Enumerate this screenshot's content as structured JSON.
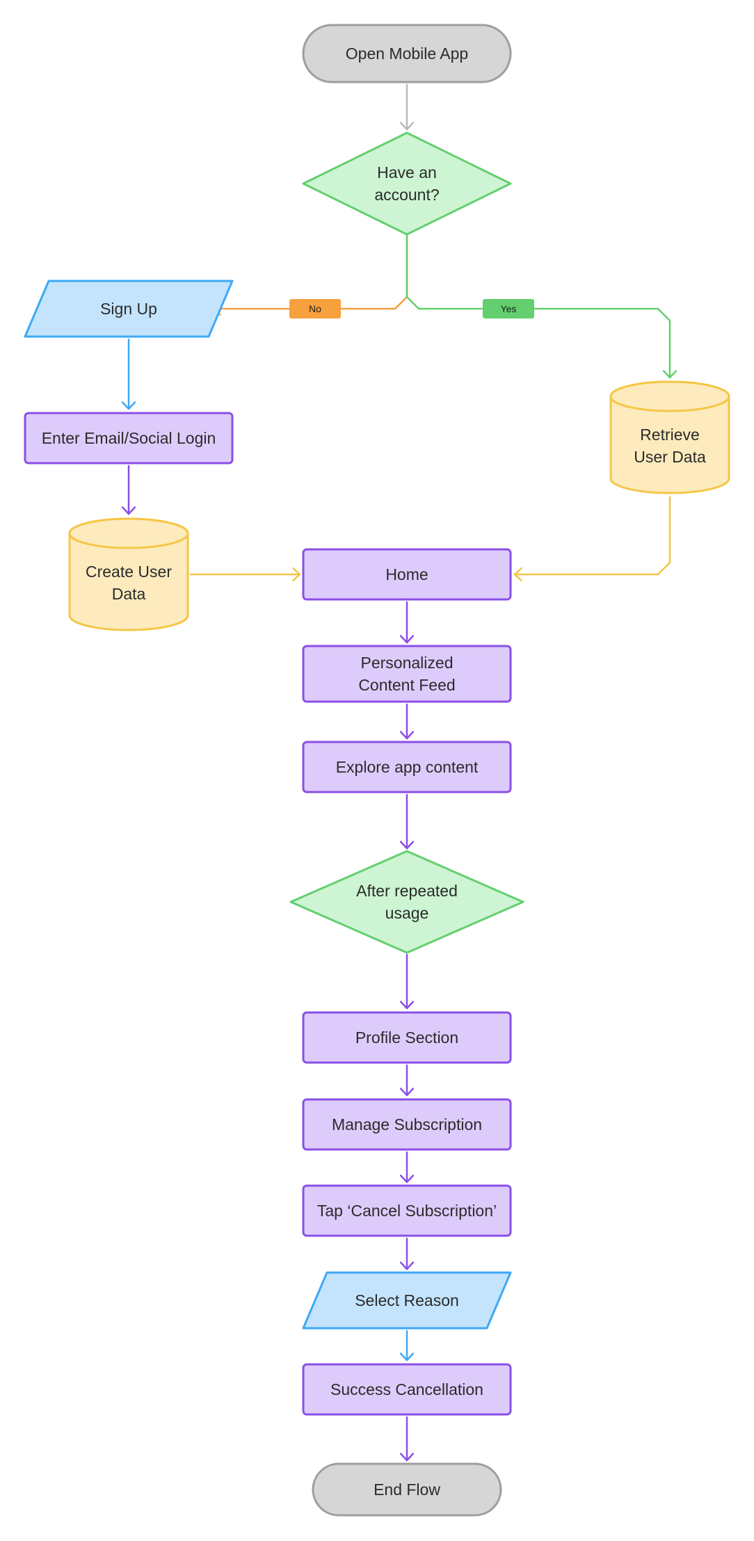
{
  "diagram": {
    "type": "flowchart",
    "colors": {
      "terminal_fill": "#d6d6d6",
      "terminal_stroke": "#9e9e9e",
      "terminal_edge": "#b9b9b9",
      "decision_fill": "#cdf5d3",
      "decision_stroke": "#63cf6e",
      "process_fill": "#ddcbfb",
      "process_stroke": "#8a4fe6",
      "io_fill": "#c4e4fd",
      "io_stroke": "#3ea8f5",
      "db_fill": "#fdebbd",
      "db_stroke": "#f5c645",
      "no_color": "#f6a03e",
      "yes_color": "#63cf6e"
    },
    "nodes": [
      {
        "id": "open-app",
        "shape": "terminal",
        "label": "Open Mobile App"
      },
      {
        "id": "have-account",
        "shape": "decision",
        "label": "Have an account?"
      },
      {
        "id": "sign-up",
        "shape": "io",
        "label": "Sign Up"
      },
      {
        "id": "enter-email",
        "shape": "process",
        "label": "Enter Email/Social Login"
      },
      {
        "id": "create-user-data",
        "shape": "database",
        "label": "Create User Data"
      },
      {
        "id": "retrieve-user-data",
        "shape": "database",
        "label": "Retrieve User Data"
      },
      {
        "id": "home",
        "shape": "process",
        "label": "Home"
      },
      {
        "id": "personalized-feed",
        "shape": "process",
        "label": "Personalized Content Feed"
      },
      {
        "id": "explore-content",
        "shape": "process",
        "label": "Explore app content"
      },
      {
        "id": "after-repeated-usage",
        "shape": "decision",
        "label": "After repeated usage"
      },
      {
        "id": "profile-section",
        "shape": "process",
        "label": "Profile Section"
      },
      {
        "id": "manage-subscription",
        "shape": "process",
        "label": "Manage Subscription"
      },
      {
        "id": "tap-cancel",
        "shape": "process",
        "label": "Tap ‘Cancel Subscription’"
      },
      {
        "id": "select-reason",
        "shape": "io",
        "label": "Select Reason"
      },
      {
        "id": "success-cancellation",
        "shape": "process",
        "label": "Success Cancellation"
      },
      {
        "id": "end-flow",
        "shape": "terminal",
        "label": "End Flow"
      }
    ],
    "edges": [
      {
        "from": "open-app",
        "to": "have-account",
        "label": ""
      },
      {
        "from": "have-account",
        "to": "sign-up",
        "label": "No"
      },
      {
        "from": "have-account",
        "to": "retrieve-user-data",
        "label": "Yes"
      },
      {
        "from": "sign-up",
        "to": "enter-email",
        "label": ""
      },
      {
        "from": "enter-email",
        "to": "create-user-data",
        "label": ""
      },
      {
        "from": "create-user-data",
        "to": "home",
        "label": ""
      },
      {
        "from": "retrieve-user-data",
        "to": "home",
        "label": ""
      },
      {
        "from": "home",
        "to": "personalized-feed",
        "label": ""
      },
      {
        "from": "personalized-feed",
        "to": "explore-content",
        "label": ""
      },
      {
        "from": "explore-content",
        "to": "after-repeated-usage",
        "label": ""
      },
      {
        "from": "after-repeated-usage",
        "to": "profile-section",
        "label": ""
      },
      {
        "from": "profile-section",
        "to": "manage-subscription",
        "label": ""
      },
      {
        "from": "manage-subscription",
        "to": "tap-cancel",
        "label": ""
      },
      {
        "from": "tap-cancel",
        "to": "select-reason",
        "label": ""
      },
      {
        "from": "select-reason",
        "to": "success-cancellation",
        "label": ""
      },
      {
        "from": "success-cancellation",
        "to": "end-flow",
        "label": ""
      }
    ]
  }
}
